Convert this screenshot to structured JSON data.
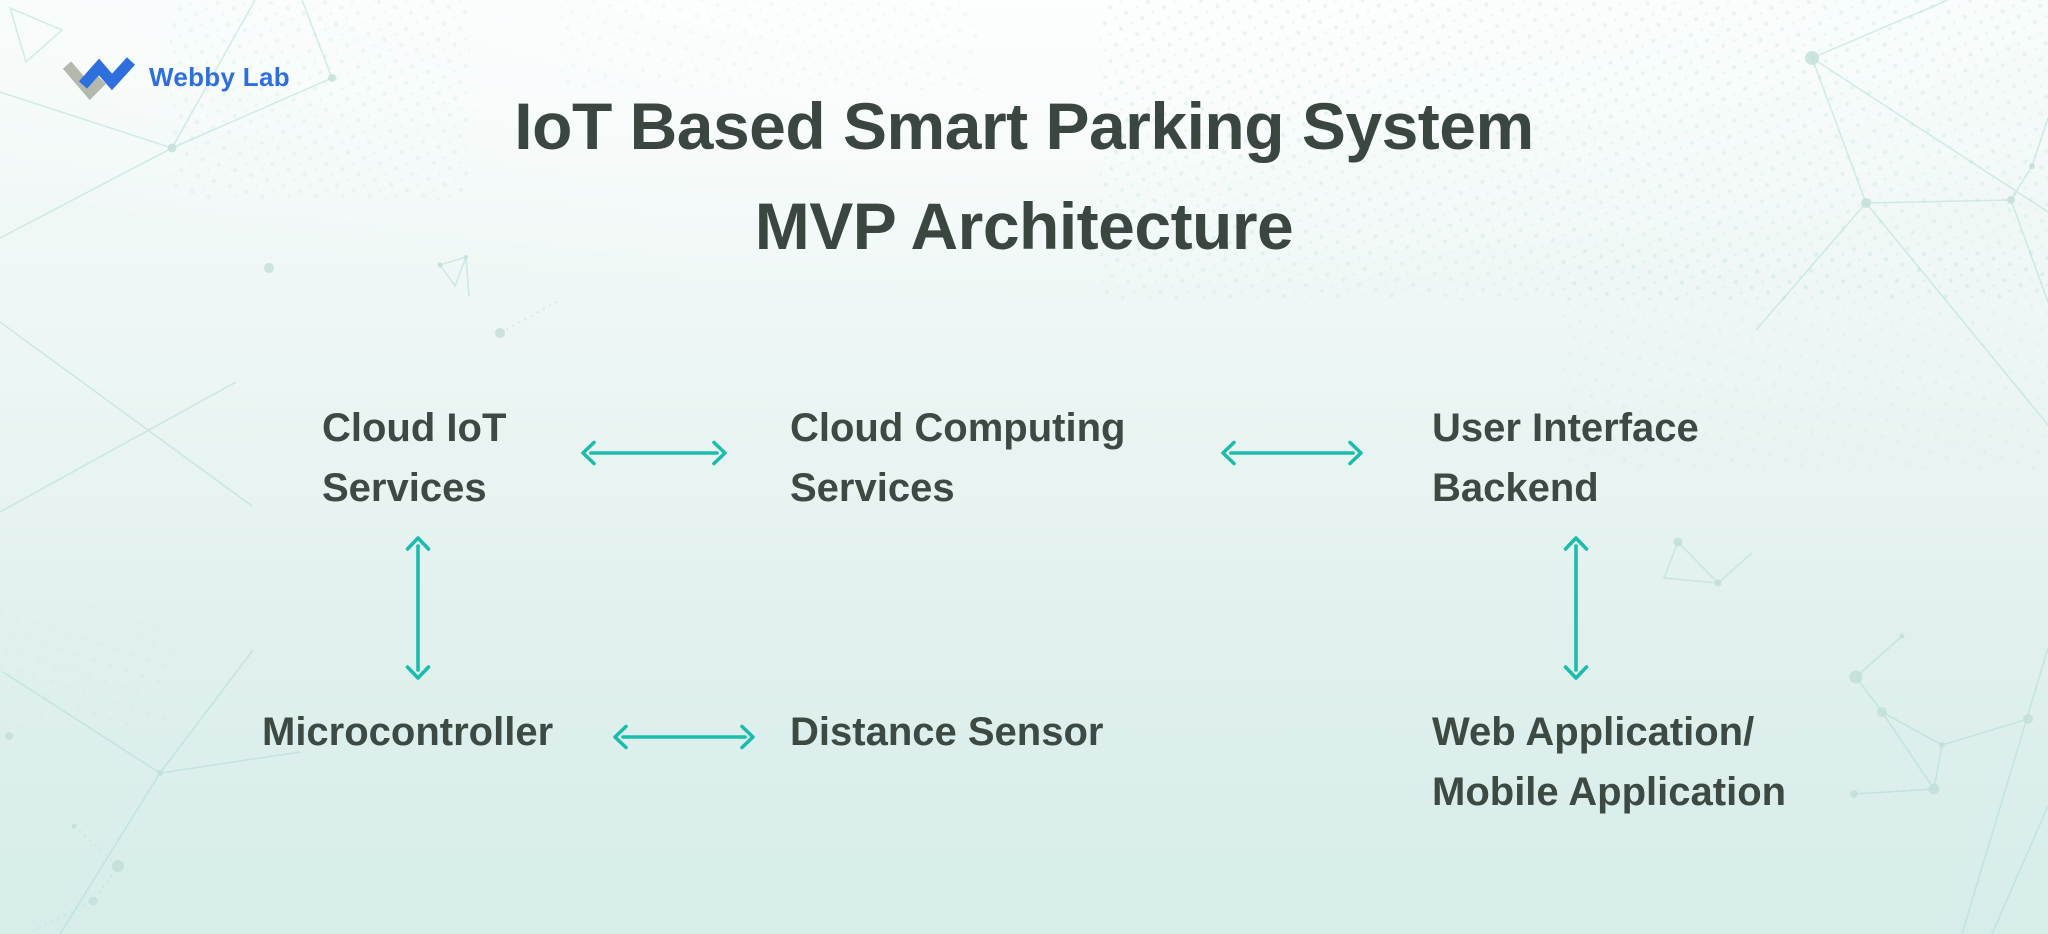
{
  "logo": {
    "brand": "Webby Lab",
    "icon": "webbylab-checkmark-logo"
  },
  "title": {
    "line1": "IoT Based Smart Parking System",
    "line2": "MVP Architecture"
  },
  "colors": {
    "title_text": "#3a463f",
    "node_text": "#3d4a44",
    "arrow": "#1cbcad",
    "logo_blue": "#2e6fdd",
    "logo_gray": "#b4b9ae",
    "background_top": "#f6fbfa",
    "background_bottom": "#d6edea",
    "pattern_line": "#a9d8d1"
  },
  "diagram": {
    "nodes": {
      "cloud_iot": {
        "line1": "Cloud IoT",
        "line2": "Services"
      },
      "cloud_computing": {
        "line1": "Cloud Computing",
        "line2": "Services"
      },
      "ui_backend": {
        "line1": "User Interface",
        "line2": "Backend"
      },
      "microcontroller": {
        "label": "Microcontroller"
      },
      "distance_sensor": {
        "label": "Distance Sensor"
      },
      "web_mobile": {
        "line1": "Web Application/",
        "line2": "Mobile Application"
      }
    },
    "edges": [
      {
        "from": "Cloud IoT Services",
        "to": "Cloud Computing Services",
        "type": "bidirectional",
        "orientation": "horizontal"
      },
      {
        "from": "Cloud Computing Services",
        "to": "User Interface Backend",
        "type": "bidirectional",
        "orientation": "horizontal"
      },
      {
        "from": "Cloud IoT Services",
        "to": "Microcontroller",
        "type": "bidirectional",
        "orientation": "vertical"
      },
      {
        "from": "Microcontroller",
        "to": "Distance Sensor",
        "type": "bidirectional",
        "orientation": "horizontal"
      },
      {
        "from": "User Interface Backend",
        "to": "Web Application/Mobile Application",
        "type": "bidirectional",
        "orientation": "vertical"
      }
    ]
  }
}
